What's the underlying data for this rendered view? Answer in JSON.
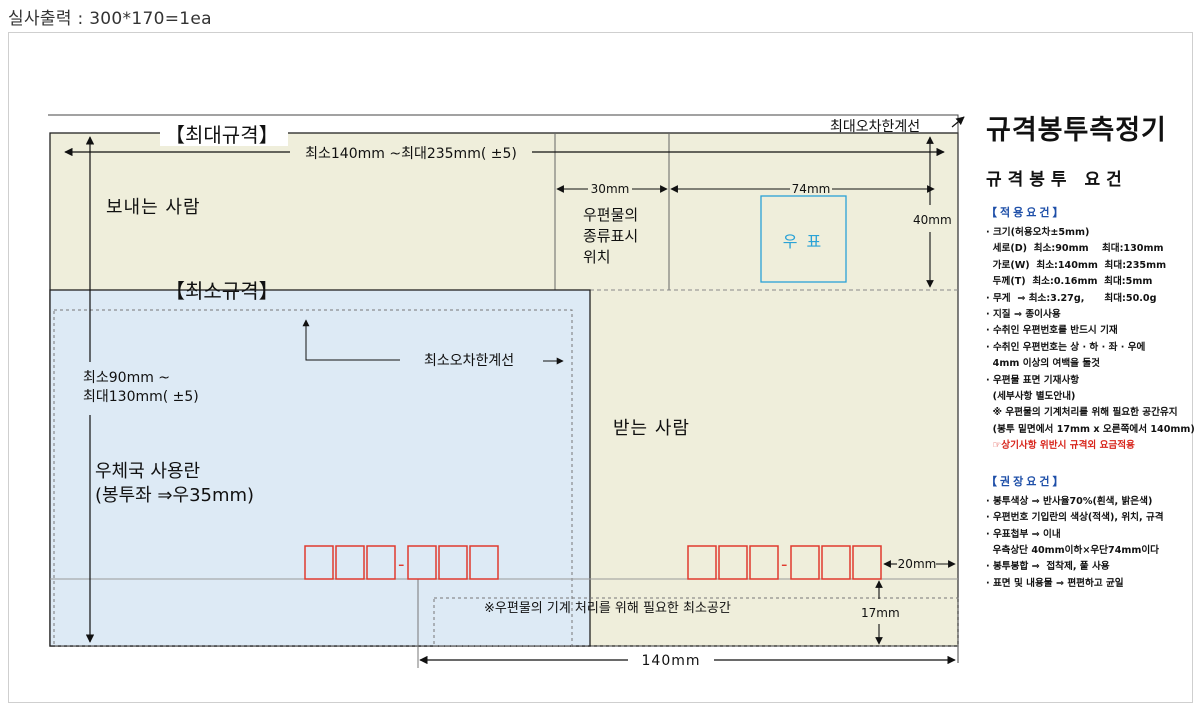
{
  "header": {
    "caption": "실사출력 : 300*170=1ea"
  },
  "diagram": {
    "max_label": "【최대규격】",
    "min_label": "【최소규격】",
    "max_error_line": "최대오차한계선",
    "min_error_line": "최소오차한계선",
    "width_range": "최소140mm ~최대235mm( ±5)",
    "height_range_1": "최소90mm ~",
    "height_range_2": "최대130mm( ±5)",
    "sender": "보내는 사람",
    "recipient": "받는 사람",
    "mail_type_1": "우편물의",
    "mail_type_2": "종류표시",
    "mail_type_3": "위치",
    "stamp": "우 표",
    "post_office_1": "우체국 사용란",
    "post_office_2": "(봉투좌 ⇒우35mm)",
    "dim_30": "30mm",
    "dim_74": "74mm",
    "dim_40": "40mm",
    "dim_20": "20mm",
    "dim_17": "17mm",
    "dim_140": "140mm",
    "postcode_dash": "-",
    "min_space_note": "※우편물의 기계 처리를 위해 필요한 최소공간",
    "colors": {
      "max_bg": "#efeedb",
      "min_bg": "#ddeaf5",
      "postcode_red": "#e03a2e",
      "stamp_blue": "#2aa2d6"
    }
  },
  "panel": {
    "title": "규격봉투측정기",
    "subtitle": "규격봉투 요건",
    "section1": "【적용요건】",
    "items1": [
      "· 크기(허용오차±5mm)",
      "  세로(D)  최소:90mm    최대:130mm",
      "  가로(W)  최소:140mm  최대:235mm",
      "  두께(T)  최소:0.16mm  최대:5mm",
      "· 무게  ⇒ 최소:3.27g,      최대:50.0g",
      "· 지질  ⇒ 종이사용",
      "· 수취인 우편번호를 반드시 기재",
      "· 수취인 우편번호는 상 · 하 · 좌 · 우에",
      "  4mm 이상의 여백을 둘것",
      "· 우편물 표면 기재사항",
      "  (세부사항 별도안내)",
      "  ※ 우편물의 기계처리를 위해 필요한 공간유지",
      "  (봉투 밑면에서 17mm x 오른쪽에서 140mm)"
    ],
    "warning": "  ☞상기사항 위반시 규격외 요금적용",
    "section2": "【권장요건】",
    "items2": [
      "· 봉투색상 ⇒ 반사율70%(흰색, 밝은색)",
      "· 우편번호 기입란의 색상(적색), 위치, 규격",
      "· 우표첩부 ⇒ 이내",
      "  우측상단 40mm이하×우단74mm이다",
      "· 봉투봉합 ⇒  접착제, 풀 사용",
      "· 표면 및 내용물 ⇒ 편편하고 균일"
    ]
  }
}
